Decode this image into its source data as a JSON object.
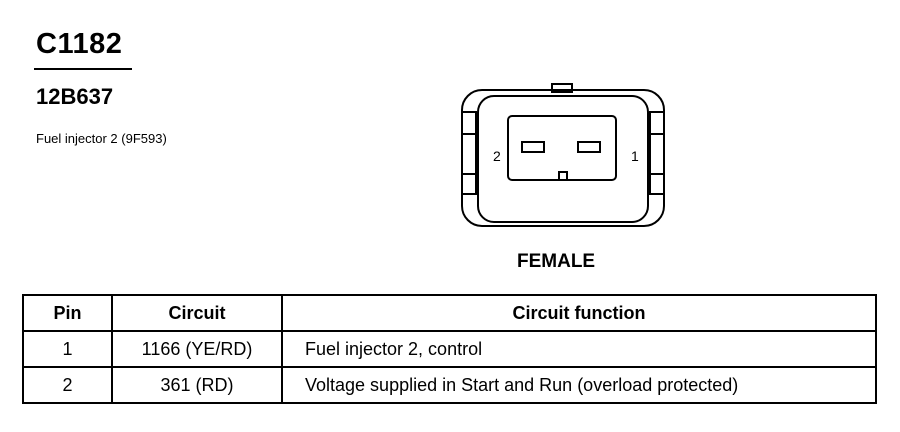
{
  "connector": {
    "id": "C1182",
    "part_number": "12B637",
    "description": "Fuel injector 2 (9F593)",
    "gender": "FEMALE",
    "pin_labels": {
      "left": "2",
      "right": "1"
    }
  },
  "table": {
    "headers": [
      "Pin",
      "Circuit",
      "Circuit function"
    ],
    "rows": [
      {
        "pin": "1",
        "circuit": "1166 (YE/RD)",
        "function": "Fuel injector 2, control"
      },
      {
        "pin": "2",
        "circuit": "361 (RD)",
        "function": "Voltage supplied in Start and Run (overload protected)"
      }
    ]
  }
}
